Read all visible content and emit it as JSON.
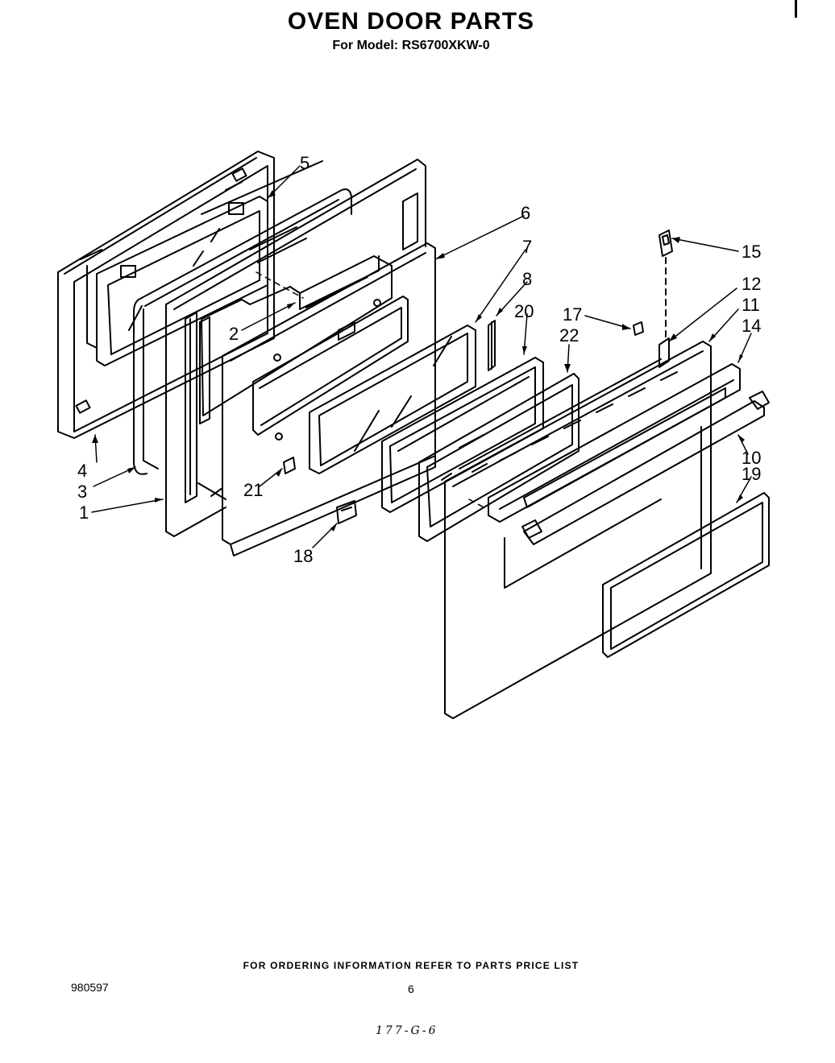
{
  "header": {
    "title": "OVEN DOOR PARTS",
    "model_line": "For Model: RS6700XKW-0"
  },
  "callouts": [
    "1",
    "2",
    "3",
    "4",
    "5",
    "6",
    "7",
    "8",
    "10",
    "11",
    "12",
    "14",
    "15",
    "17",
    "18",
    "19",
    "20",
    "21",
    "22"
  ],
  "footer": {
    "ordering_note": "FOR ORDERING INFORMATION REFER TO PARTS PRICE LIST",
    "doc_number": "980597",
    "page_number": "6",
    "handwritten_code": "177-G-6"
  }
}
